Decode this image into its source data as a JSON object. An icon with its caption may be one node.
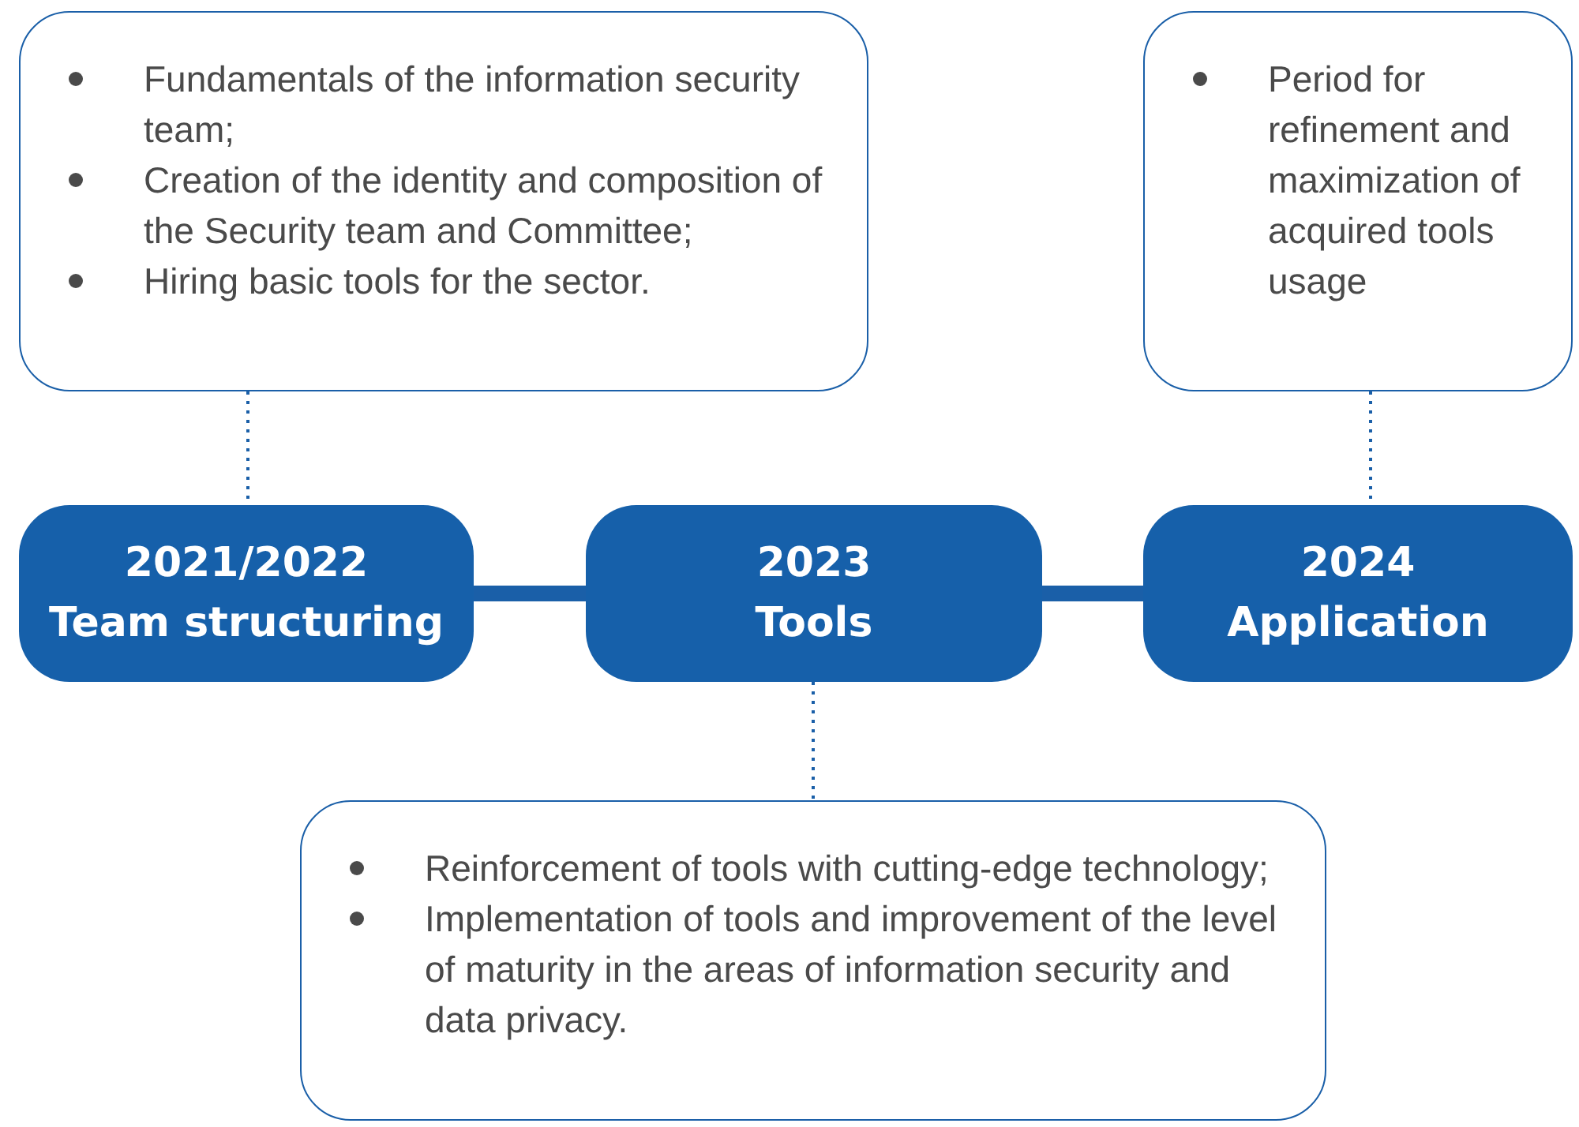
{
  "diagram": {
    "nodes": [
      {
        "text": [
          "Fundamentals of the information security team;",
          "Creation of the identity and composition of the Security team and Committee;",
          "Hiring basic tools for the sector."
        ]
      },
      {
        "text": [
          "Period for refinement and maximization of acquired tools usage"
        ]
      },
      {
        "text": [
          "2021/2022",
          "Team structuring"
        ]
      },
      {
        "text": [
          "2023",
          "Tools"
        ]
      },
      {
        "text": [
          "2024",
          "Application"
        ]
      },
      {
        "text": [
          "Reinforcement of tools with cutting-edge technology;",
          "Implementation of tools and improvement of the level of maturity in the areas of information security and data privacy."
        ]
      }
    ],
    "edges": [
      {
        "from": 0,
        "to": 2,
        "arrow": "none",
        "style": "dashed"
      },
      {
        "from": 1,
        "to": 4,
        "arrow": "none",
        "style": "dashed"
      },
      {
        "from": 2,
        "to": 3,
        "arrow": "none",
        "style": "thick"
      },
      {
        "from": 3,
        "to": 4,
        "arrow": "none",
        "style": "thick"
      },
      {
        "from": 3,
        "to": 5,
        "arrow": "none",
        "style": "dashed"
      }
    ]
  }
}
